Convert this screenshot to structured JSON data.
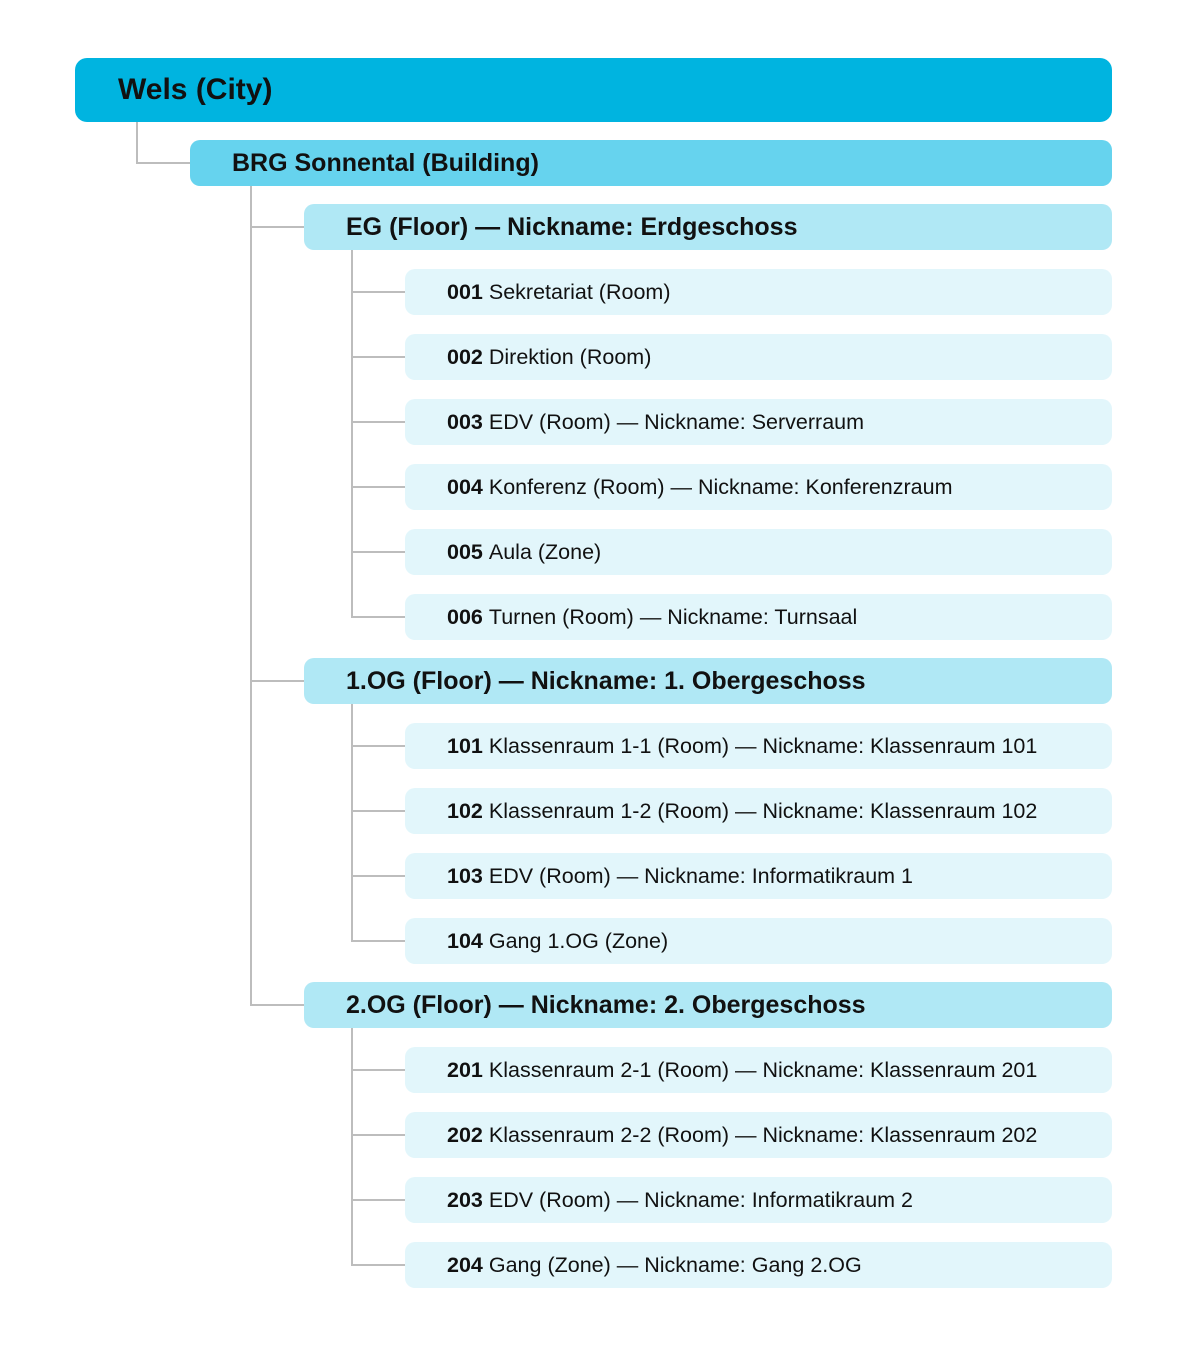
{
  "city": {
    "label": "Wels (City)"
  },
  "building": {
    "label": "BRG Sonnental (Building)"
  },
  "floors": [
    {
      "label": "EG (Floor) — Nickname: Erdgeschoss",
      "rooms": [
        {
          "number": "001",
          "text": "Sekretariat (Room)"
        },
        {
          "number": "002",
          "text": "Direktion (Room)"
        },
        {
          "number": "003",
          "text": "EDV (Room) — Nickname: Serverraum"
        },
        {
          "number": "004",
          "text": "Konferenz (Room) — Nickname: Konferenzraum"
        },
        {
          "number": "005",
          "text": "Aula (Zone)"
        },
        {
          "number": "006",
          "text": "Turnen (Room) — Nickname: Turnsaal"
        }
      ]
    },
    {
      "label": "1.OG (Floor) — Nickname: 1. Obergeschoss",
      "rooms": [
        {
          "number": "101",
          "text": "Klassenraum 1-1 (Room) — Nickname: Klassenraum 101"
        },
        {
          "number": "102",
          "text": "Klassenraum 1-2 (Room) — Nickname: Klassenraum 102"
        },
        {
          "number": "103",
          "text": "EDV (Room) — Nickname: Informatikraum 1"
        },
        {
          "number": "104",
          "text": "Gang 1.OG (Zone)"
        }
      ]
    },
    {
      "label": "2.OG (Floor) — Nickname: 2. Obergeschoss",
      "rooms": [
        {
          "number": "201",
          "text": "Klassenraum 2-1 (Room) — Nickname: Klassenraum 201"
        },
        {
          "number": "202",
          "text": "Klassenraum 2-2 (Room) — Nickname: Klassenraum 202"
        },
        {
          "number": "203",
          "text": "EDV (Room) — Nickname: Informatikraum 2"
        },
        {
          "number": "204",
          "text": "Gang (Zone) — Nickname: Gang 2.OG"
        }
      ]
    }
  ],
  "colors": {
    "city": "#00b4e0",
    "building": "#66d3ee",
    "floor": "#b0e8f5",
    "room": "#e2f6fb",
    "connector": "#bdbdbd"
  }
}
